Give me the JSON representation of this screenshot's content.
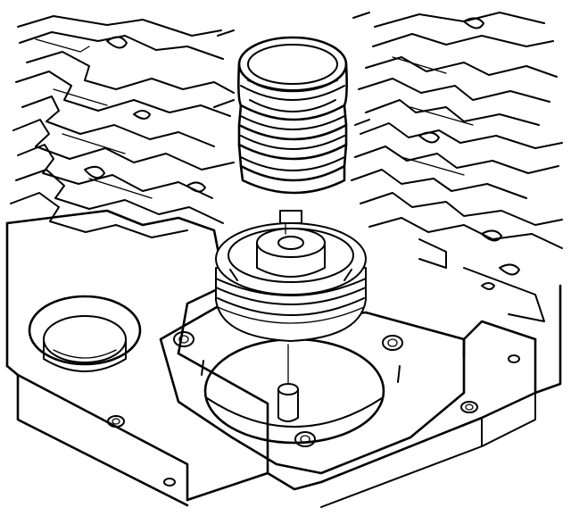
{
  "figure": {
    "background": "#ffffff",
    "ink": "#000000",
    "parts": {
      "spring": "coil-spring",
      "piston": "accumulator-piston",
      "pin": "accumulator-pin",
      "housing": "valve-body-bore",
      "body": "valve-body-casting"
    }
  }
}
